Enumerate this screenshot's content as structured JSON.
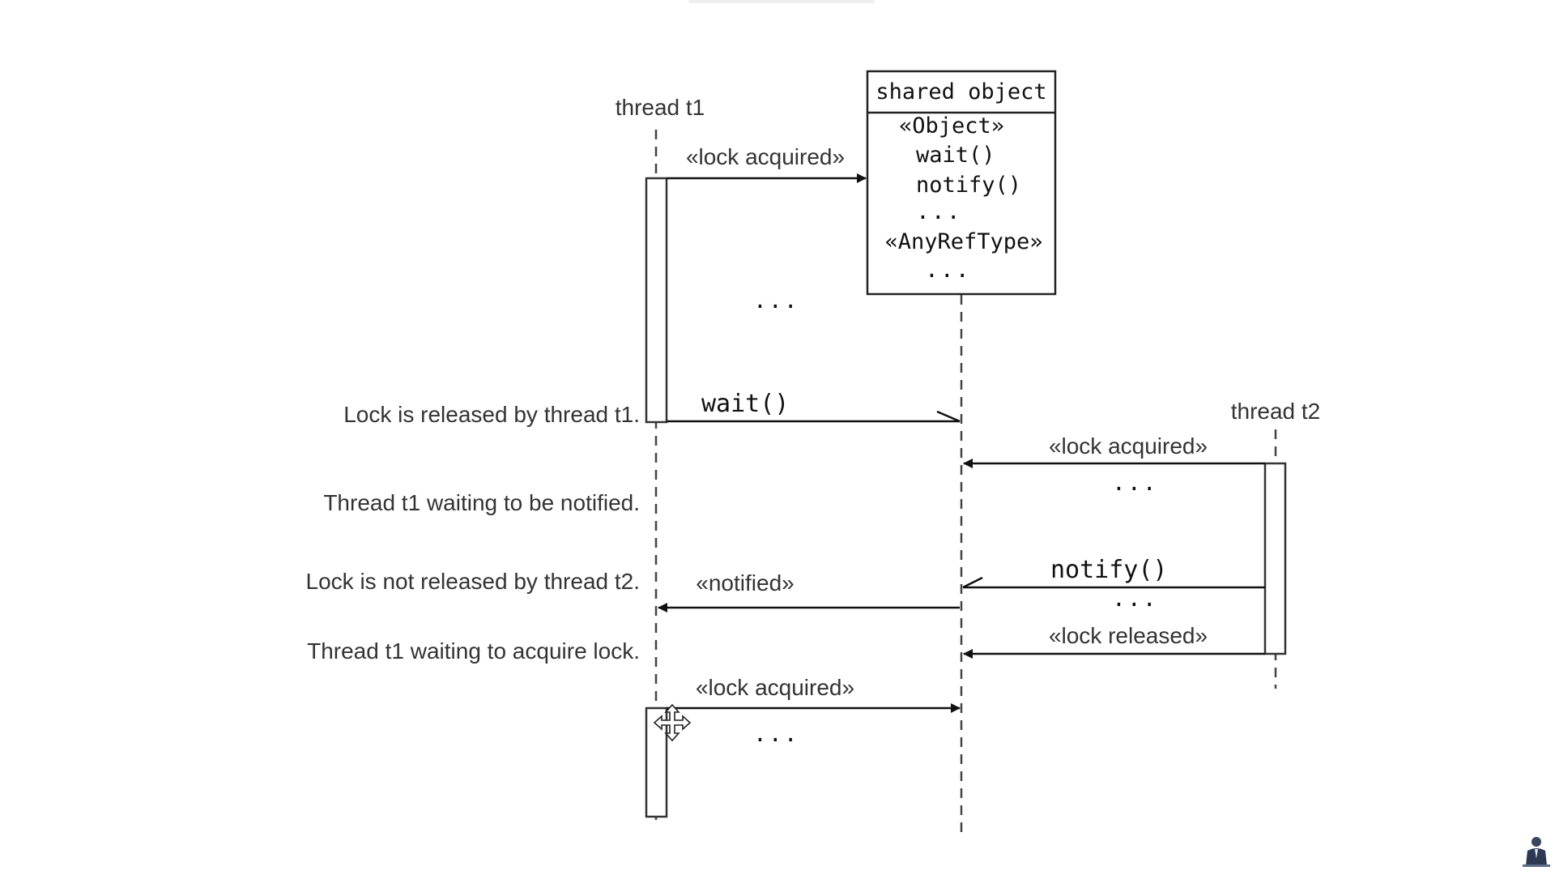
{
  "diagram": {
    "participants": {
      "t1": "thread t1",
      "t2": "thread t2"
    },
    "shared_object": {
      "title": "shared object",
      "members": [
        "«Object»",
        "wait()",
        "notify()",
        "...",
        "«AnyRefType»",
        "..."
      ]
    },
    "messages": {
      "m1_lock_acquired": "«lock acquired»",
      "m1_dots": "...",
      "m2_wait": "wait()",
      "m3_lock_acquired": "«lock acquired»",
      "m3_dots": "...",
      "m4_notify": "notify()",
      "m4_dots": "...",
      "m5_notified": "«notified»",
      "m6_lock_released": "«lock released»",
      "m7_lock_acquired": "«lock acquired»",
      "m7_dots": "..."
    },
    "notes": {
      "n1": "Lock is released by thread t1.",
      "n2": "Thread t1 waiting to be notified.",
      "n3": "Lock is not released by thread t2.",
      "n4": "Thread t1 waiting to acquire lock."
    }
  },
  "icons": {
    "cursor": "move-cursor-icon",
    "presenter": "presenter-avatar-icon"
  }
}
